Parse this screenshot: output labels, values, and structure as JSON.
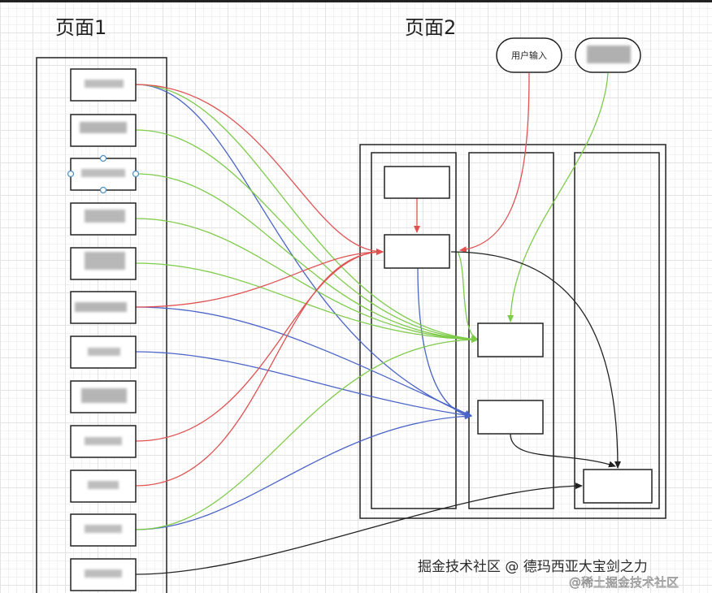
{
  "page1": {
    "title": "页面1"
  },
  "page2": {
    "title": "页面2"
  },
  "inputs": {
    "user_input_label": "用户输入"
  },
  "watermark": {
    "main": "掘金技术社区 @ 德玛西亚大宝剑之力",
    "secondary": "@稀土掘金技术社区"
  },
  "colors": {
    "red": "#e05252",
    "green": "#7ecb4a",
    "blue": "#4a64c8",
    "black": "#222222",
    "selection_handle": "#4a90c8"
  }
}
